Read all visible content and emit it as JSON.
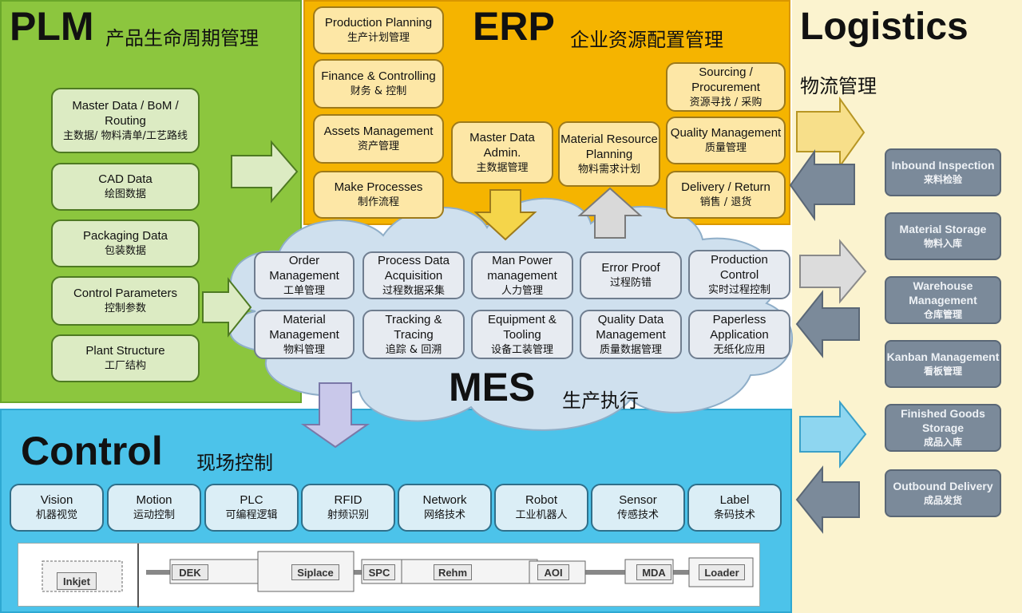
{
  "plm": {
    "title": "PLM",
    "subtitle": "产品生命周期管理",
    "items": [
      {
        "en": "Master Data / BoM / Routing",
        "zh": "主数据/ 物料清单/工艺路线"
      },
      {
        "en": "CAD Data",
        "zh": "绘图数据"
      },
      {
        "en": "Packaging Data",
        "zh": "包装数据"
      },
      {
        "en": "Control Parameters",
        "zh": "控制参数"
      },
      {
        "en": "Plant Structure",
        "zh": "工厂结构"
      }
    ]
  },
  "erp": {
    "title": "ERP",
    "subtitle": "企业资源配置管理",
    "items": [
      {
        "en": "Production Planning",
        "zh": "生产计划管理"
      },
      {
        "en": "Finance & Controlling",
        "zh": "财务 & 控制"
      },
      {
        "en": "Assets Management",
        "zh": "资产管理"
      },
      {
        "en": "Make Processes",
        "zh": "制作流程"
      },
      {
        "en": "Master Data Admin.",
        "zh": "主数据管理"
      },
      {
        "en": "Material Resource Planning",
        "zh": "物料需求计划"
      },
      {
        "en": "Sourcing / Procurement",
        "zh": "资源寻找 / 采购"
      },
      {
        "en": "Quality Management",
        "zh": "质量管理"
      },
      {
        "en": "Delivery / Return",
        "zh": "销售 / 退货"
      }
    ]
  },
  "mes": {
    "title": "MES",
    "subtitle": "生产执行",
    "items": [
      {
        "en": "Order Management",
        "zh": "工单管理"
      },
      {
        "en": "Process Data Acquisition",
        "zh": "过程数据采集"
      },
      {
        "en": "Man Power management",
        "zh": "人力管理"
      },
      {
        "en": "Error Proof",
        "zh": "过程防错"
      },
      {
        "en": "Production Control",
        "zh": "实时过程控制"
      },
      {
        "en": "Material Management",
        "zh": "物料管理"
      },
      {
        "en": "Tracking & Tracing",
        "zh": "追踪 & 回溯"
      },
      {
        "en": "Equipment & Tooling",
        "zh": "设备工装管理"
      },
      {
        "en": "Quality Data Management",
        "zh": "质量数据管理"
      },
      {
        "en": "Paperless Application",
        "zh": "无纸化应用"
      }
    ]
  },
  "logistics": {
    "title": "Logistics",
    "subtitle": "物流管理",
    "items": [
      {
        "en": "Inbound Inspection",
        "zh": "来料检验"
      },
      {
        "en": "Material Storage",
        "zh": "物料入库"
      },
      {
        "en": "Warehouse Management",
        "zh": "仓库管理"
      },
      {
        "en": "Kanban Management",
        "zh": "看板管理"
      },
      {
        "en": "Finished Goods Storage",
        "zh": "成品入库"
      },
      {
        "en": "Outbound Delivery",
        "zh": "成品发货"
      }
    ]
  },
  "control": {
    "title": "Control",
    "subtitle": "现场控制",
    "items": [
      {
        "en": "Vision",
        "zh": "机器视觉"
      },
      {
        "en": "Motion",
        "zh": "运动控制"
      },
      {
        "en": "PLC",
        "zh": "可编程逻辑"
      },
      {
        "en": "RFID",
        "zh": "射频识别"
      },
      {
        "en": "Network",
        "zh": "网络技术"
      },
      {
        "en": "Robot",
        "zh": "工业机器人"
      },
      {
        "en": "Sensor",
        "zh": "传感技术"
      },
      {
        "en": "Label",
        "zh": "条码技术"
      }
    ],
    "line_equipment": [
      "Inkjet",
      "DEK",
      "Siplace",
      "SPC",
      "Rehm",
      "AOI",
      "MDA",
      "Loader"
    ]
  },
  "colors": {
    "plm": "#8cc63e",
    "erp": "#f5b400",
    "mes_cloud": "#cfe0ee",
    "control": "#4cc3ea",
    "logistics": "#fbf3cf"
  }
}
